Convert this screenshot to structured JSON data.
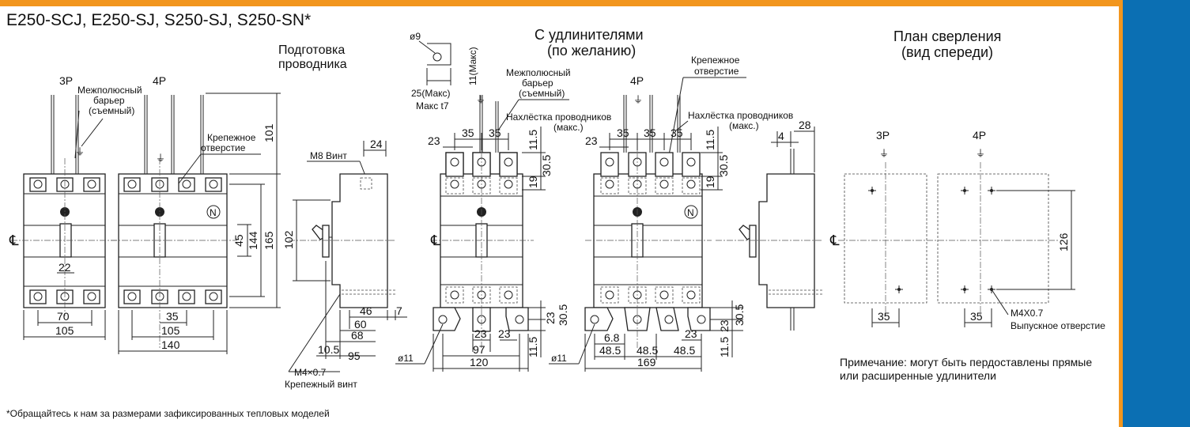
{
  "title": "E250-SCJ, E250-SJ, S250-SJ, S250-SN*",
  "footnote": "*Обращайтесь к нам за размерами зафиксированных тепловых моделей",
  "note": [
    "Примечание: могут быть пердоставлены прямые",
    "или расширенные удлинители"
  ],
  "headings": {
    "prep": [
      "Подготовка",
      "проводника"
    ],
    "ext": [
      "С удлинителями",
      "(по желанию)"
    ],
    "drill": [
      "План сверления",
      "(вид спереди)"
    ]
  },
  "labels": {
    "p3": "3P",
    "p4": "4P",
    "barrier": [
      "Межполюсный",
      "барьер",
      "(съемный)"
    ],
    "mount_hole": [
      "Крепежное",
      "отверстие"
    ],
    "m8": "M8 Винт",
    "m4": "M4×0.7",
    "fix_screw": "Крепежный винт",
    "overlap": [
      "Нахлёстка проводников",
      "(макс.)"
    ],
    "dia9": "ø9",
    "max25": "25(Макс)",
    "maxt7": "Макс t7",
    "max11": "11(Макс)",
    "dia11": "ø11",
    "m4x07": "M4X0.7",
    "outlet": "Выпускное отверстие",
    "center": "℄",
    "n": "N"
  },
  "dims": {
    "d22": "22",
    "d70": "70",
    "d105": "105",
    "d35": "35",
    "d140": "140",
    "d101": "101",
    "d45": "45",
    "d144": "144",
    "d165": "165",
    "d24": "24",
    "d102": "102",
    "d46": "46",
    "d60": "60",
    "d68": "68",
    "d7": "7",
    "d10_5": "10.5",
    "d95": "95",
    "d23": "23",
    "d11_5": "11.5",
    "d30_5": "30.5",
    "d19": "19",
    "d97": "97",
    "d120": "120",
    "d6_8": "6.8",
    "d48_5": "48.5",
    "d169": "169",
    "d28": "28",
    "d4": "4",
    "d126": "126"
  }
}
